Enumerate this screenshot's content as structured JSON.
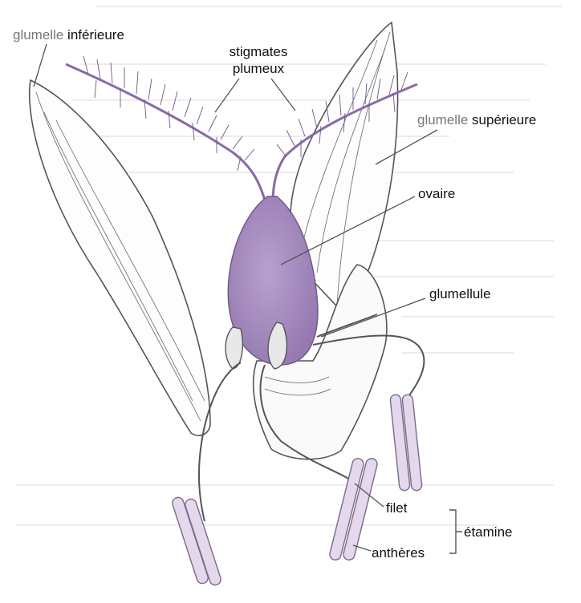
{
  "colors": {
    "ovary": "#a98fc1",
    "stigma": "#9b7fb5",
    "anther": "#e3d8ec",
    "anther_stroke": "#7a6a8a",
    "outline": "#555555"
  },
  "labels": {
    "glumelle_inf_a": "glumelle",
    "glumelle_inf_b": "inférieure",
    "stigmates_1": "stigmates",
    "stigmates_2": "plumeux",
    "glumelle_sup_a": "glumelle",
    "glumelle_sup_b": "supérieure",
    "ovaire": "ovaire",
    "glumellule": "glumellule",
    "filet": "filet",
    "antheres": "anthères",
    "etamine": "étamine"
  }
}
